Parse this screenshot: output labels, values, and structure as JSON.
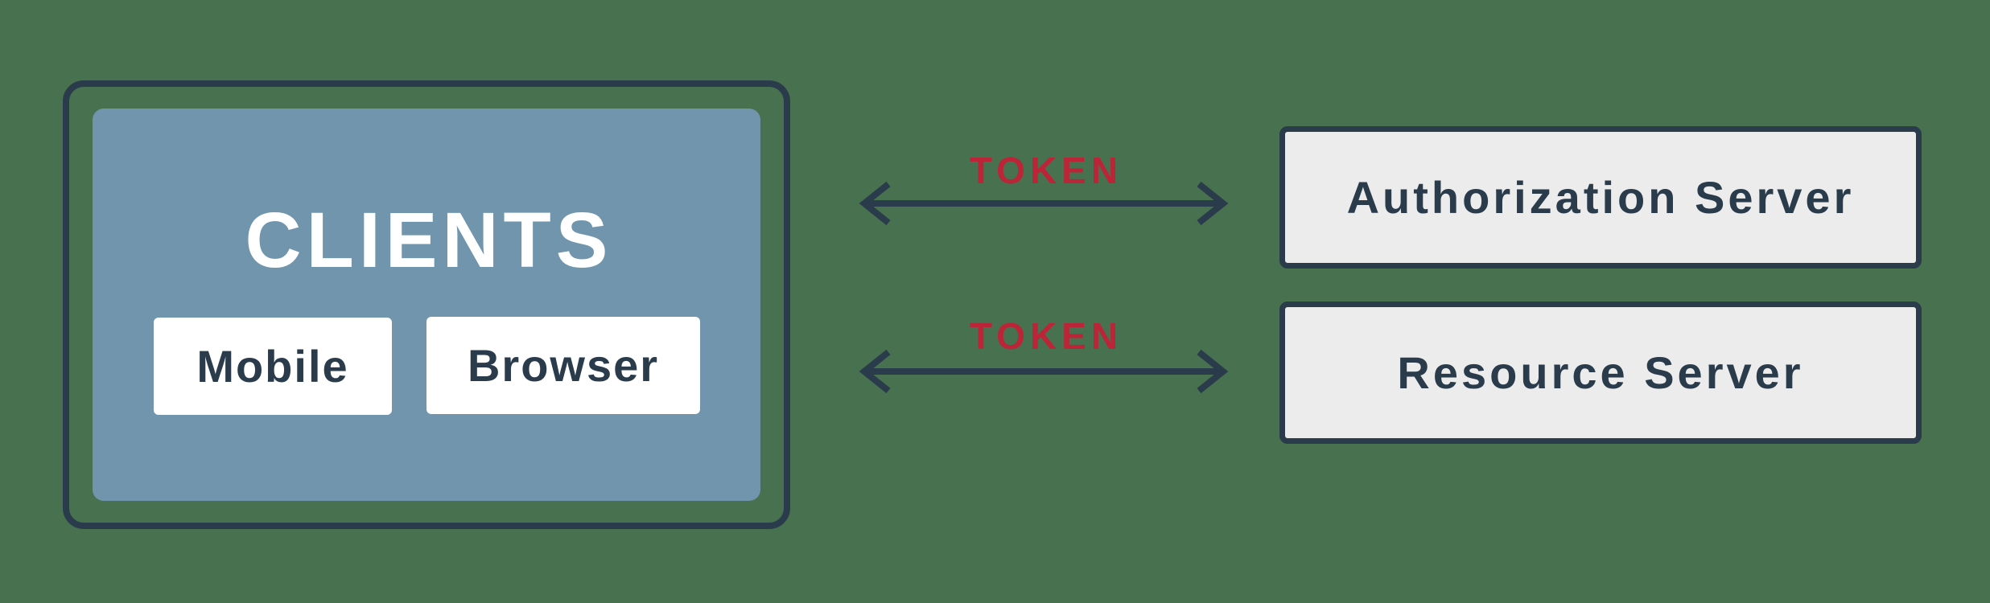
{
  "diagram": {
    "clients": {
      "title": "CLIENTS",
      "items": [
        {
          "label": "Mobile"
        },
        {
          "label": "Browser"
        }
      ]
    },
    "connections": [
      {
        "label": "TOKEN",
        "from": "CLIENTS",
        "to": "Authorization Server",
        "direction": "bidirectional"
      },
      {
        "label": "TOKEN",
        "from": "CLIENTS",
        "to": "Resource Server",
        "direction": "bidirectional"
      }
    ],
    "servers": [
      {
        "label": "Authorization Server"
      },
      {
        "label": "Resource Server"
      }
    ],
    "icons": [
      {
        "name": "double-arrow-icon",
        "meaning": "bidirectional token exchange"
      }
    ],
    "colors": {
      "background": "#48714F",
      "clients_panel_blue": "#7195AD",
      "navy_stroke_text": "#2A3B4C",
      "token_red": "#BC2437",
      "server_fill": "#ECECEC",
      "client_card_white": "#FFFFFF"
    }
  }
}
